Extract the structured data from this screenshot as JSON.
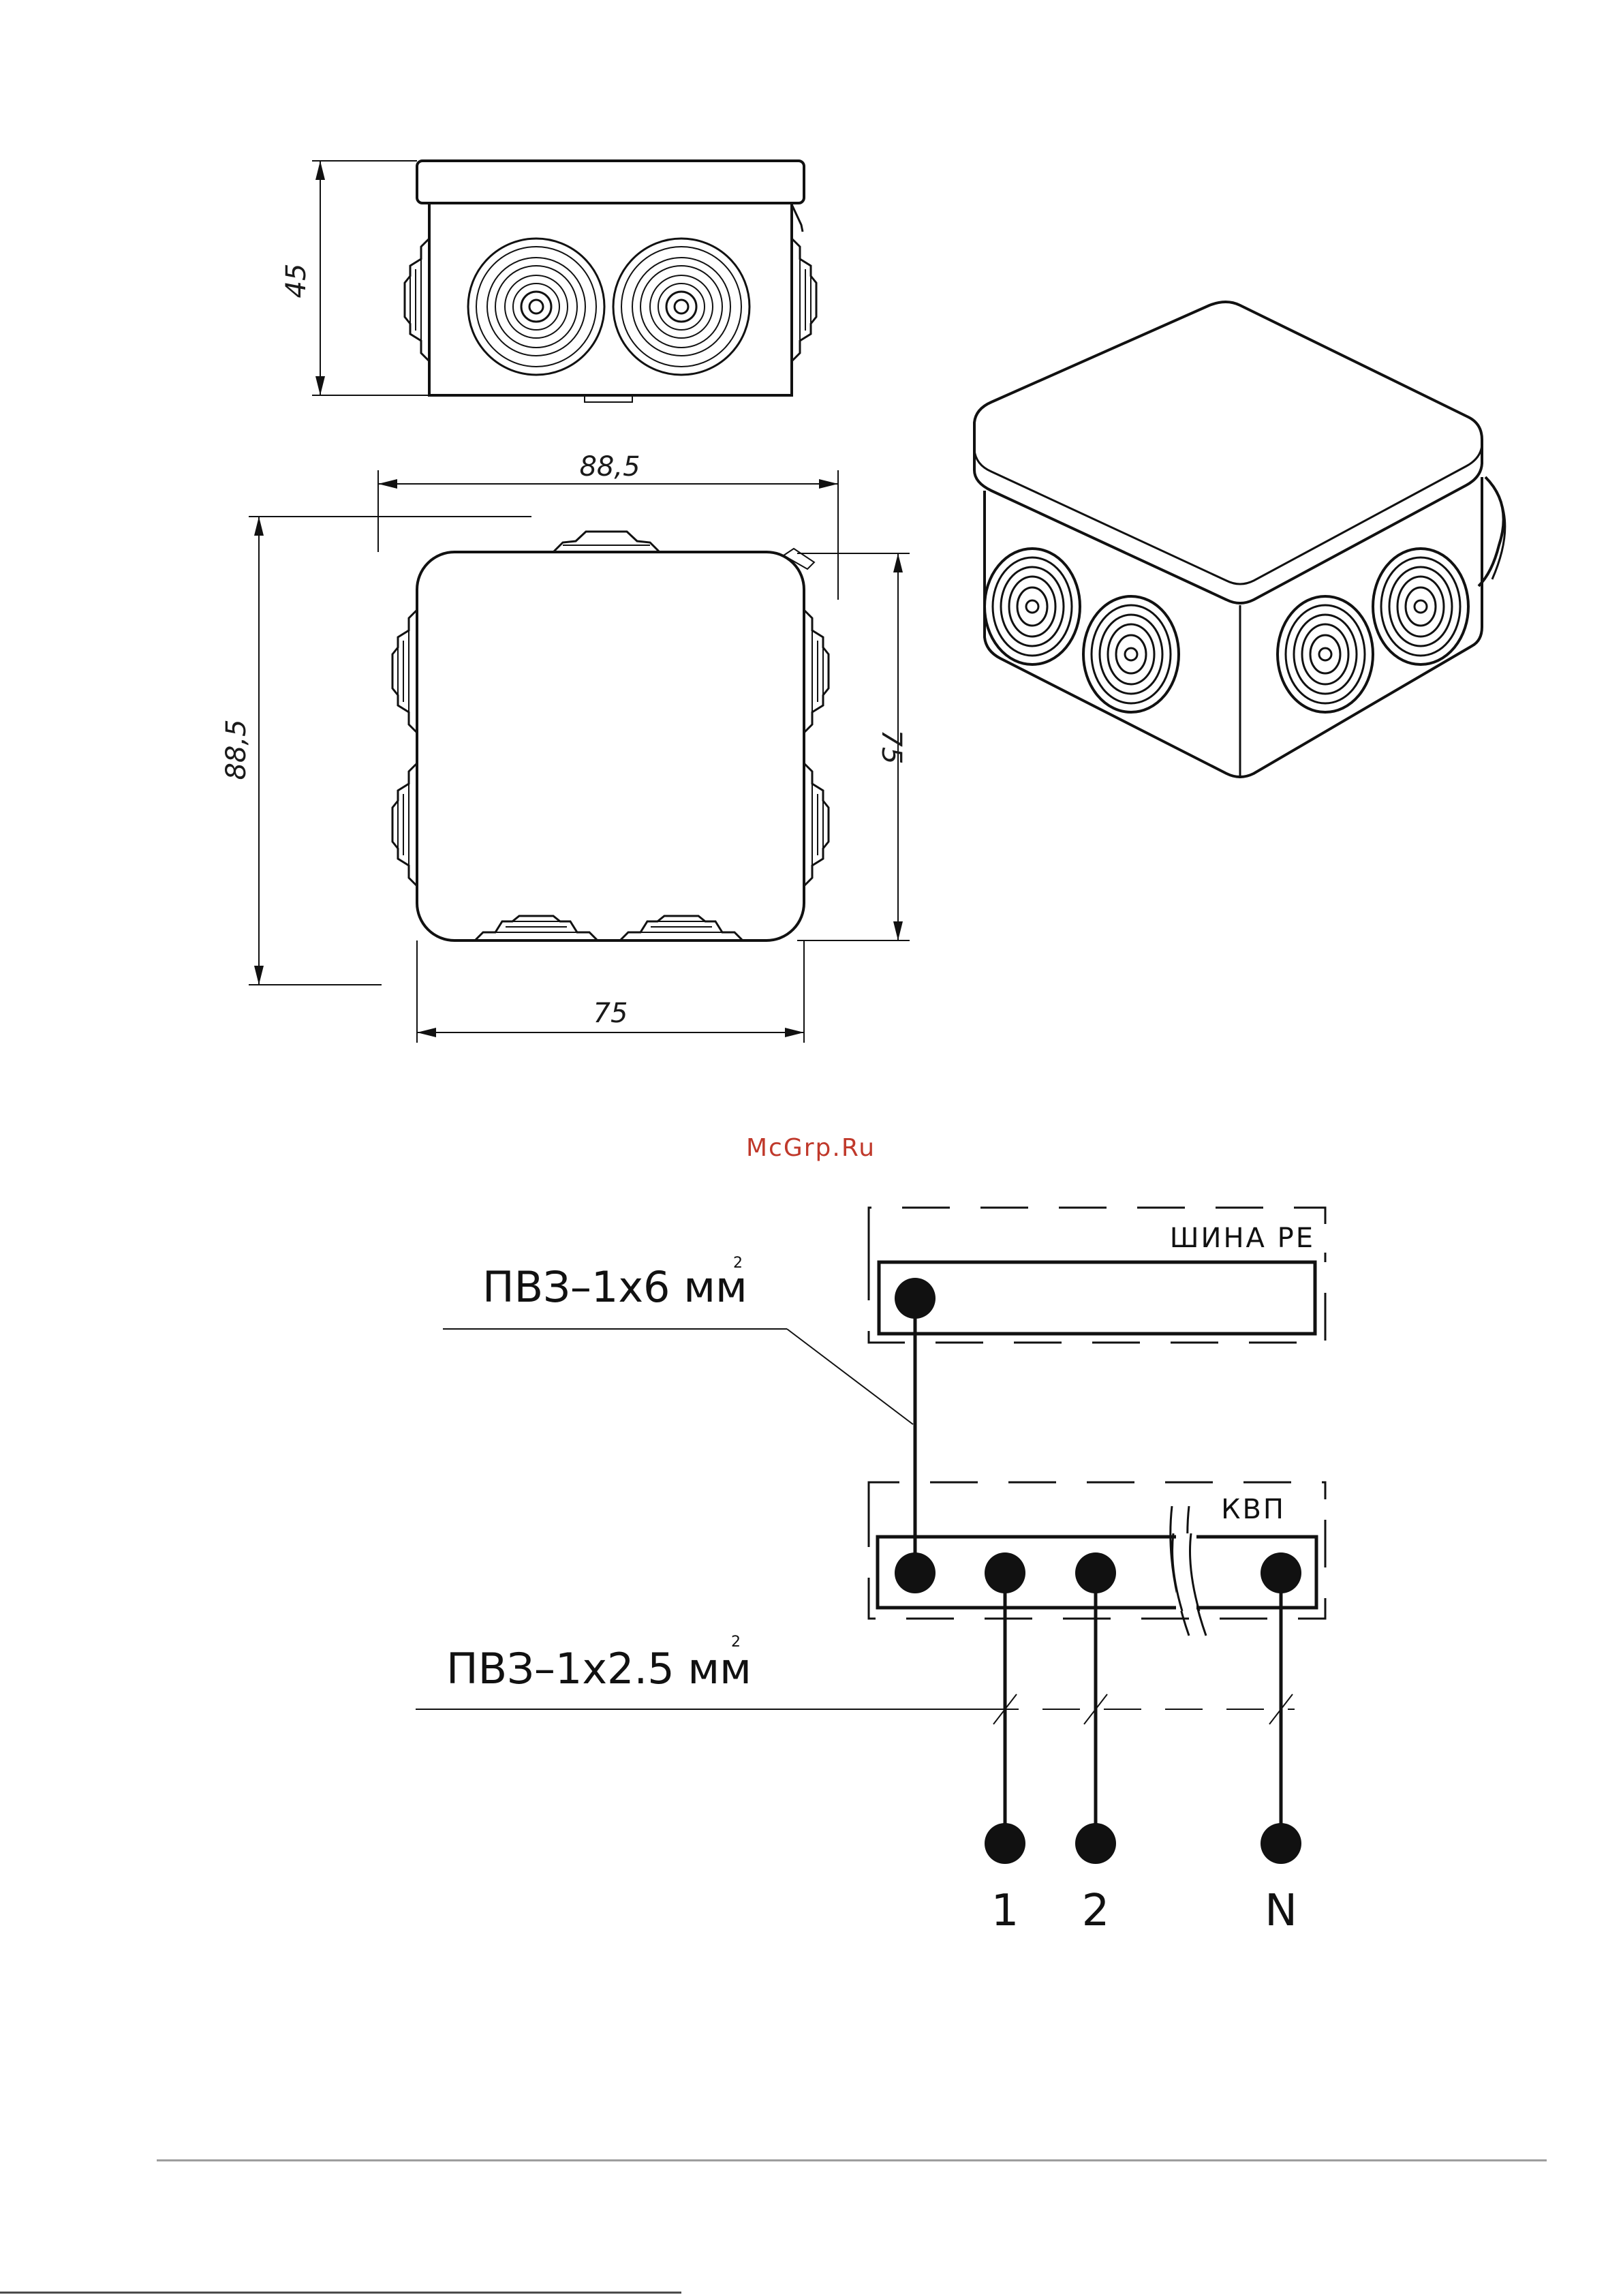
{
  "drawing": {
    "dimensions": {
      "height_side": "45",
      "width_top": "88,5",
      "height_left": "88,5",
      "inner_height": "75",
      "inner_width": "75"
    }
  },
  "watermark": "McGrp.Ru",
  "schematic": {
    "pe_bus_label": "ШИНА РЕ",
    "terminal_block_label": "КВП",
    "cable_pe_label": "ПВЗ–1х6 мм",
    "cable_pe_sup": "2",
    "cable_main_label": "ПВЗ–1х2.5 мм",
    "cable_main_sup": "2",
    "terminals": [
      "1",
      "2",
      "N"
    ]
  },
  "colors": {
    "line": "#111111",
    "watermark": "#c0392b"
  }
}
